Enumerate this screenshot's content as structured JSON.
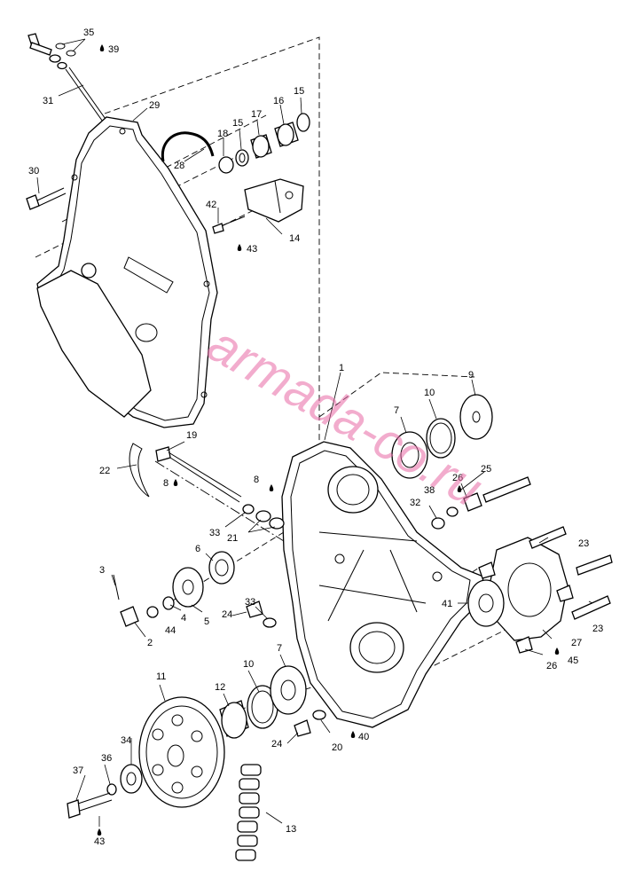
{
  "watermark": "armadа-co.ru",
  "callouts": {
    "c1": "1",
    "c2": "2",
    "c3": "3",
    "c4": "4",
    "c5": "5",
    "c6": "6",
    "c7a": "7",
    "c7b": "7",
    "c8a": "8",
    "c8b": "8",
    "c9": "9",
    "c10a": "10",
    "c10b": "10",
    "c11": "11",
    "c12": "12",
    "c13": "13",
    "c14": "14",
    "c15a": "15",
    "c15b": "15",
    "c16": "16",
    "c17": "17",
    "c18": "18",
    "c19": "19",
    "c20": "20",
    "c21": "21",
    "c22": "22",
    "c23a": "23",
    "c23b": "23",
    "c24a": "24",
    "c24b": "24",
    "c25": "25",
    "c26a": "26",
    "c26b": "26",
    "c27": "27",
    "c28": "28",
    "c29": "29",
    "c30": "30",
    "c31": "31",
    "c32": "32",
    "c33a": "33",
    "c33b": "33",
    "c34": "34",
    "c35": "35",
    "c36": "36",
    "c37": "37",
    "c38": "38",
    "c39": "39",
    "c40": "40",
    "c41": "41",
    "c42": "42",
    "c43a": "43",
    "c43b": "43",
    "c44": "44",
    "c45": "45"
  }
}
